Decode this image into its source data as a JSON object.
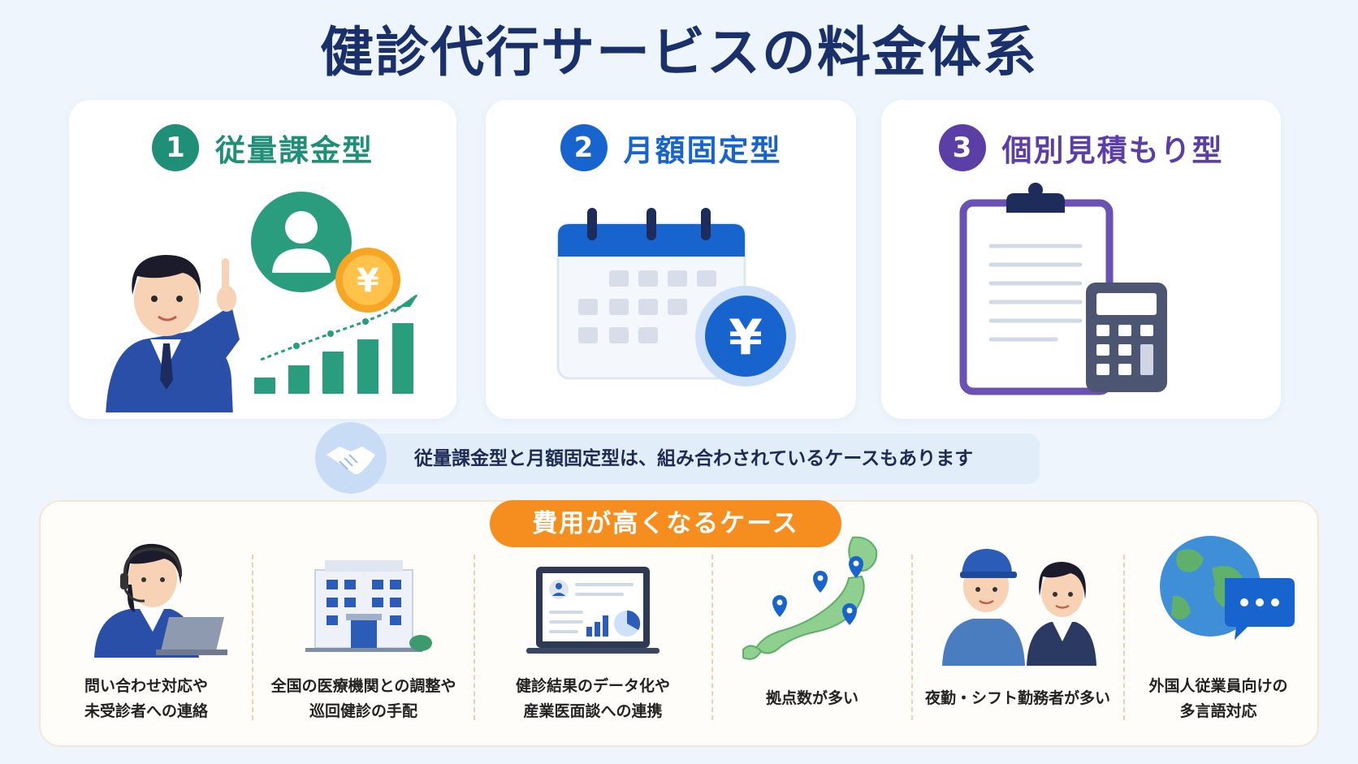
{
  "title": "健診代行サービスの料金体系",
  "cards": [
    {
      "number": "1",
      "label": "従量課金型",
      "color": "#1f8f78",
      "icon": "person-yen-growth-icon"
    },
    {
      "number": "2",
      "label": "月額固定型",
      "color": "#1764cf",
      "icon": "calendar-yen-icon"
    },
    {
      "number": "3",
      "label": "個別見積もり型",
      "color": "#5b3fa6",
      "icon": "clipboard-calculator-icon"
    }
  ],
  "yen_symbol": "¥",
  "note": {
    "icon": "handshake-icon",
    "text": "従量課金型と月額固定型は、組み合わされているケースもあります"
  },
  "cost_section": {
    "badge": "費用が高くなるケース",
    "cases": [
      {
        "icon": "operator-laptop-icon",
        "lines": [
          "問い合わせ対応や",
          "未受診者への連絡"
        ]
      },
      {
        "icon": "hospital-building-icon",
        "lines": [
          "全国の医療機関との調整や",
          "巡回健診の手配"
        ]
      },
      {
        "icon": "laptop-dashboard-icon",
        "lines": [
          "健診結果のデータ化や",
          "産業医面談への連携"
        ]
      },
      {
        "icon": "japan-map-pins-icon",
        "lines": [
          "拠点数が多い"
        ]
      },
      {
        "icon": "shift-workers-icon",
        "lines": [
          "夜勤・シフト勤務者が多い"
        ]
      },
      {
        "icon": "globe-chat-icon",
        "lines": [
          "外国人従業員向けの",
          "多言語対応"
        ]
      }
    ]
  },
  "colors": {
    "accent_orange": "#f68d1f",
    "navy": "#19306b",
    "green": "#2a9d7f",
    "blue": "#1764cf",
    "purple": "#6a51b3"
  }
}
